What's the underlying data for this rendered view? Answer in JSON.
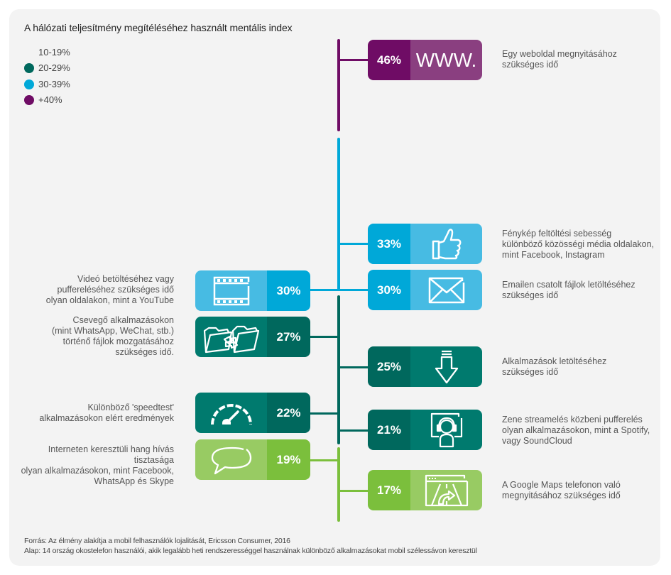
{
  "title": "A hálózati teljesítmény megítéléséhez használt mentális index",
  "colors": {
    "purple_dark": "#6f0c65",
    "purple_light": "#8a3f80",
    "blue_dark": "#00a8d8",
    "blue_light": "#47bbe3",
    "teal_dark": "#00685d",
    "teal_light": "#007a6e",
    "green_dark": "#7bbf3c",
    "green_light": "#98cb63",
    "panel": "#f3f3f3"
  },
  "legend": [
    {
      "label": "10-19%",
      "color": null
    },
    {
      "label": "20-29%",
      "color": "#00685d"
    },
    {
      "label": "30-39%",
      "color": "#00a8d8"
    },
    {
      "label": "+40%",
      "color": "#6f0c65"
    }
  ],
  "items": [
    {
      "id": "web",
      "side": "right",
      "percent": "46%",
      "icon": "www-icon",
      "icon_text": "WWW.",
      "band": "+40%",
      "description": [
        "Egy weboldal megnyitásához",
        "szükséges idő"
      ]
    },
    {
      "id": "photo",
      "side": "right",
      "percent": "33%",
      "icon": "thumbs-up-icon",
      "band": "30-39%",
      "description": [
        "Fénykép feltöltési sebesség",
        "különböző közösségi média oldalakon,",
        "mint Facebook, Instagram"
      ]
    },
    {
      "id": "video",
      "side": "left",
      "percent": "30%",
      "icon": "film-strip-icon",
      "band": "30-39%",
      "description": [
        "Videó betöltéséhez vagy",
        "puffereléséhez szükséges idő",
        "olyan oldalakon, mint a YouTube"
      ]
    },
    {
      "id": "email",
      "side": "right",
      "percent": "30%",
      "icon": "envelope-icon",
      "band": "30-39%",
      "description": [
        "Emailen csatolt fájlok letöltéséhez",
        "szükséges idő"
      ]
    },
    {
      "id": "chat-files",
      "side": "left",
      "percent": "27%",
      "icon": "folder-transfer-icon",
      "band": "20-29%",
      "description": [
        "Csevegő alkalmazásokon",
        "(mint WhatsApp, WeChat, stb.)",
        "történő fájlok mozgatásához",
        "szükséges idő."
      ]
    },
    {
      "id": "app-download",
      "side": "right",
      "percent": "25%",
      "icon": "download-arrow-icon",
      "band": "20-29%",
      "description": [
        "Alkalmazások letöltéséhez",
        "szükséges idő"
      ]
    },
    {
      "id": "speedtest",
      "side": "left",
      "percent": "22%",
      "icon": "speedometer-icon",
      "band": "20-29%",
      "description": [
        "Különböző 'speedtest'",
        "alkalmazásokon elért eredmények"
      ]
    },
    {
      "id": "music",
      "side": "right",
      "percent": "21%",
      "icon": "headphones-person-icon",
      "band": "20-29%",
      "description": [
        "Zene streamelés közbeni pufferelés",
        "olyan alkalmazásokon, mint a Spotify,",
        "vagy SoundCloud"
      ]
    },
    {
      "id": "voice-call",
      "side": "left",
      "percent": "19%",
      "icon": "speech-bubble-icon",
      "band": "10-19%",
      "description": [
        "Interneten keresztüli hang hívás tisztasága",
        "olyan alkalmazásokon, mint Facebook,",
        "WhatsApp és Skype"
      ]
    },
    {
      "id": "maps",
      "side": "right",
      "percent": "17%",
      "icon": "map-navigation-icon",
      "band": "10-19%",
      "description": [
        "A Google Maps telefonon való",
        "megnyitásához szükséges idő"
      ]
    }
  ],
  "footer": {
    "source": "Forrás: Az élmény alakítja a mobil felhasználók lojalitását, Ericsson Consumer, 2016",
    "base": "Alap: 14 ország okostelefon használói, akik legalább heti rendszerességgel használnak különböző alkalmazásokat mobil szélessávon keresztül"
  }
}
